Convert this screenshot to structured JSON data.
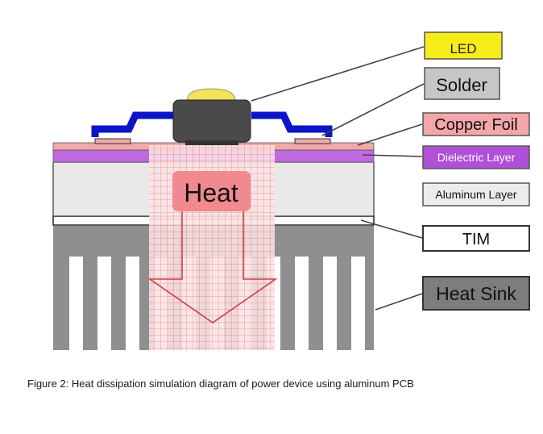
{
  "labels": {
    "led": "LED",
    "solder": "Solder",
    "copper_foil": "Copper Foil",
    "dielectric_layer": "Dielectric Layer",
    "aluminum_layer": "Aluminum Layer",
    "tim": "TIM",
    "heat_sink": "Heat Sink",
    "heat": "Heat"
  },
  "caption": "Figure 2: Heat dissipation simulation diagram of power device using aluminum PCB",
  "colors": {
    "led_box": "#f6ec1a",
    "solder_box": "#c6c6c6",
    "copper_box": "#f4a6a8",
    "dielectric_box": "#b04fd8",
    "aluminum_box": "#ececec",
    "tim_box": "#ffffff",
    "heat_sink_box": "#7d7d7d",
    "heat_box": "#f08a8e",
    "heat_grid": "#f2a2a4",
    "trace_blue": "#0a14c8",
    "package": "#4a4a4a",
    "dome": "#f3e35a",
    "sink_gray": "#8f8f8f",
    "dielectric_layer": "#c06ae0",
    "copper_layer": "#f2a7a9",
    "aluminum_layer": "#e9e9e9",
    "leader": "#444444"
  }
}
